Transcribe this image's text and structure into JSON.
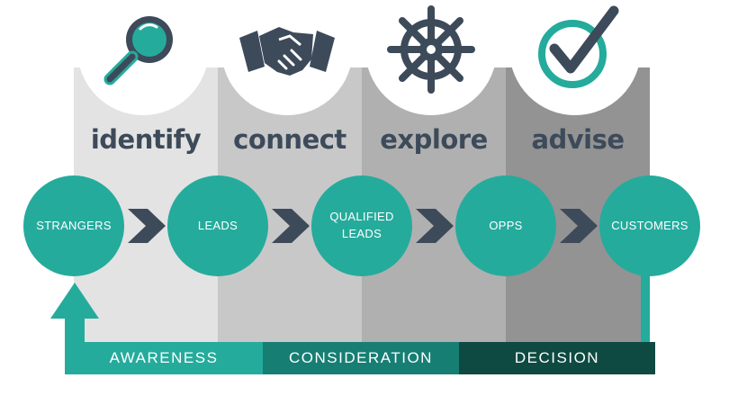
{
  "stages": [
    {
      "verb": "identify",
      "icon": "magnifying-glass-icon",
      "label": "STRANGERS"
    },
    {
      "verb": "connect",
      "icon": "handshake-icon",
      "label": "LEADS"
    },
    {
      "verb": "explore",
      "icon": "ship-wheel-icon",
      "label": "QUALIFIED LEADS"
    },
    {
      "verb": "advise",
      "icon": "checkmark-icon",
      "label": "OPPS"
    }
  ],
  "final_stage": {
    "label": "CUSTOMERS"
  },
  "phases": [
    {
      "label": "AWARENESS",
      "color": "#25ab9c"
    },
    {
      "label": "CONSIDERATION",
      "color": "#177e74"
    },
    {
      "label": "DECISION",
      "color": "#0e4a42"
    }
  ],
  "colors": {
    "teal": "#25ab9c",
    "navy": "#3d4a5a",
    "column_shades": [
      "#e3e3e3",
      "#c8c8c8",
      "#b0b0b0",
      "#939393"
    ]
  }
}
